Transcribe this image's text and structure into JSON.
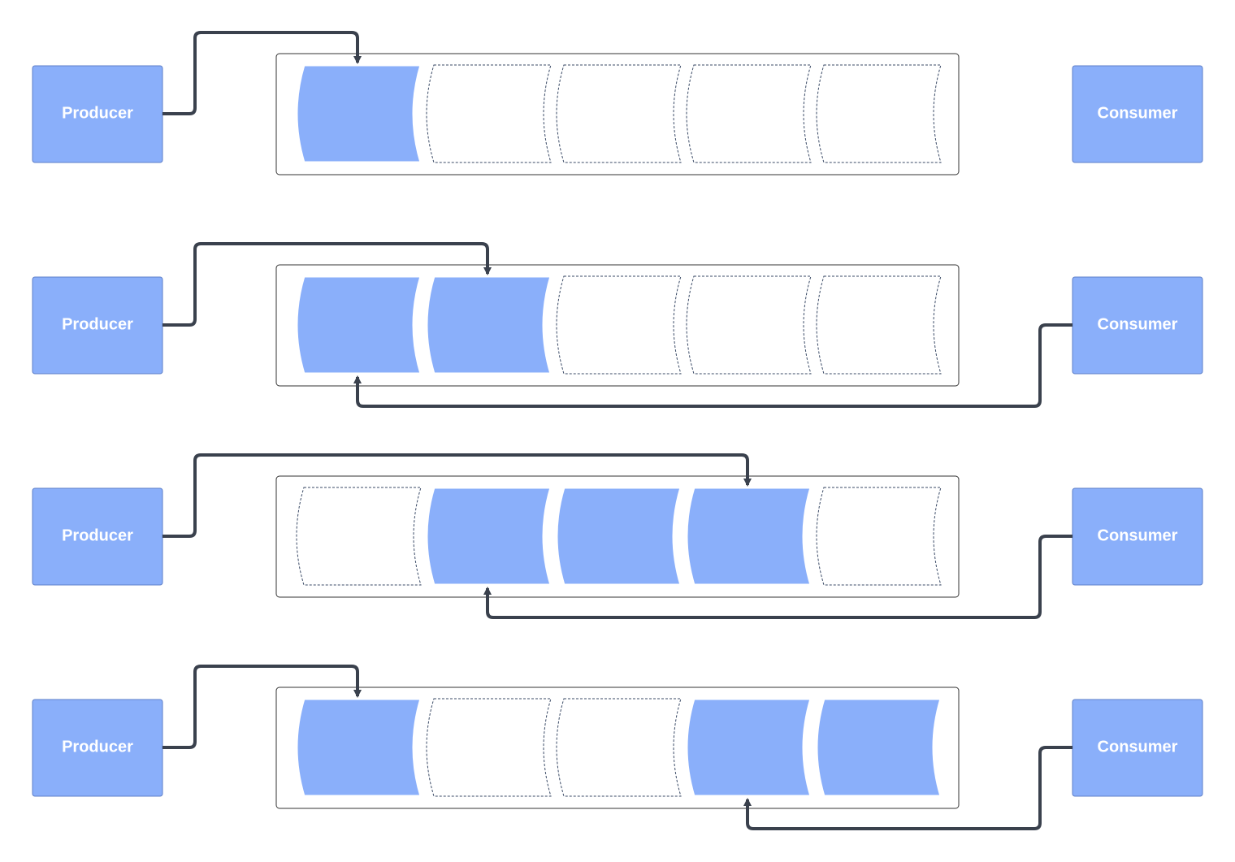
{
  "colors": {
    "node_fill": "#8AAFFA",
    "node_stroke": "#5E7FC8",
    "slot_filled": "#8AAFFA",
    "slot_empty": "#ffffff",
    "slot_stroke": "#3a4a66",
    "arrow": "#3A414D",
    "buffer_stroke": "#333333"
  },
  "rows": [
    {
      "producer_label": "Producer",
      "consumer_label": "Consumer",
      "slots": [
        true,
        false,
        false,
        false,
        false
      ],
      "producer_pointer_slot": 0,
      "consumer_pointer_slot": null
    },
    {
      "producer_label": "Producer",
      "consumer_label": "Consumer",
      "slots": [
        true,
        true,
        false,
        false,
        false
      ],
      "producer_pointer_slot": 1,
      "consumer_pointer_slot": 0
    },
    {
      "producer_label": "Producer",
      "consumer_label": "Consumer",
      "slots": [
        false,
        true,
        true,
        true,
        false
      ],
      "producer_pointer_slot": 3,
      "consumer_pointer_slot": 1
    },
    {
      "producer_label": "Producer",
      "consumer_label": "Consumer",
      "slots": [
        true,
        false,
        false,
        true,
        true
      ],
      "producer_pointer_slot": 0,
      "consumer_pointer_slot": 3
    }
  ]
}
